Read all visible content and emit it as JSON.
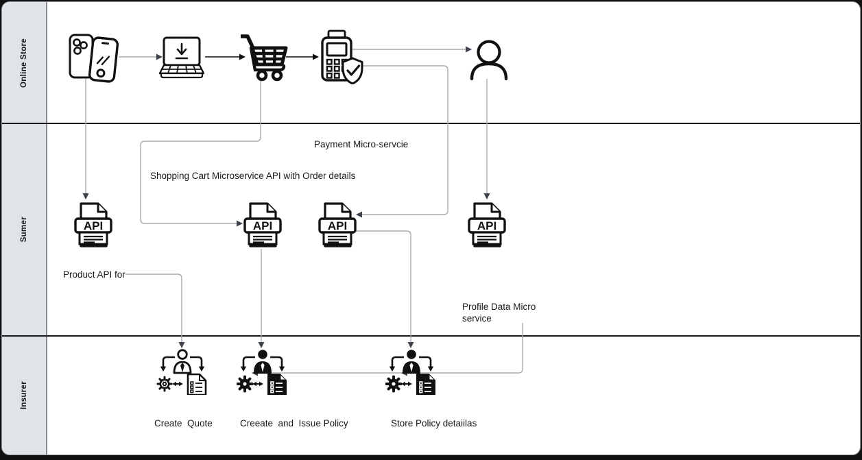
{
  "canvas": {
    "background": "#111111",
    "surface": "#ffffff",
    "surface_border": "#9aa0a6"
  },
  "lanes": [
    {
      "label": "Online Store"
    },
    {
      "label": "Sumer"
    },
    {
      "label": "Insurer"
    }
  ],
  "icons": {
    "api_label": "API"
  },
  "annotations": {
    "payment_microservice": "Payment Micro-servcie",
    "shopping_cart_api": "Shopping Cart Microservice API with Order details",
    "product_api": "Product API for",
    "profile_data": "Profile Data Micro service"
  },
  "process_labels": {
    "create_quote": "Create  Quote",
    "create_issue_policy": "Creeate  and  Issue Policy",
    "store_policy": "Store Policy detaiilas"
  },
  "colors": {
    "lane_fill": "#e0e3e7",
    "lane_divider": "#17191c",
    "connector": "#a8abae",
    "icon": "#111111"
  }
}
